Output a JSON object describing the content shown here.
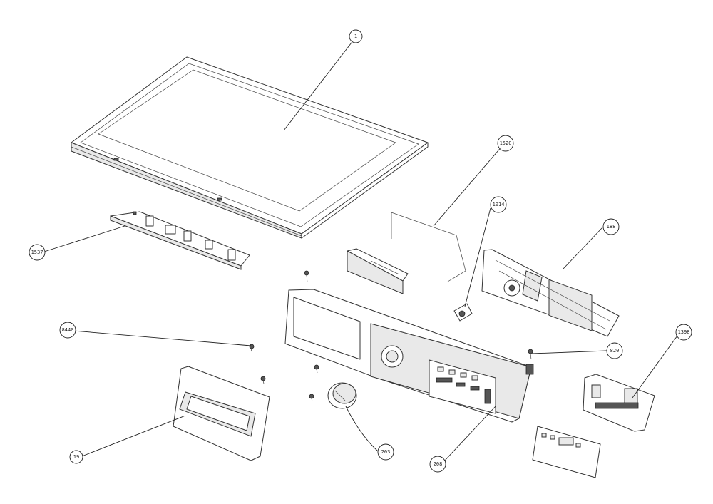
{
  "callouts": [
    {
      "id": "top-cover",
      "label": "1"
    },
    {
      "id": "door-hinge-bracket",
      "label": "1537"
    },
    {
      "id": "wire-harness",
      "label": "1520"
    },
    {
      "id": "control-board-encoder",
      "label": "1014"
    },
    {
      "id": "control-board",
      "label": "188"
    },
    {
      "id": "screw-left",
      "label": "8440"
    },
    {
      "id": "screw-right",
      "label": "820"
    },
    {
      "id": "key-board",
      "label": "1398"
    },
    {
      "id": "detergent-drawer-handle",
      "label": "19"
    },
    {
      "id": "selector-knob",
      "label": "203"
    },
    {
      "id": "control-panel",
      "label": "208"
    }
  ]
}
